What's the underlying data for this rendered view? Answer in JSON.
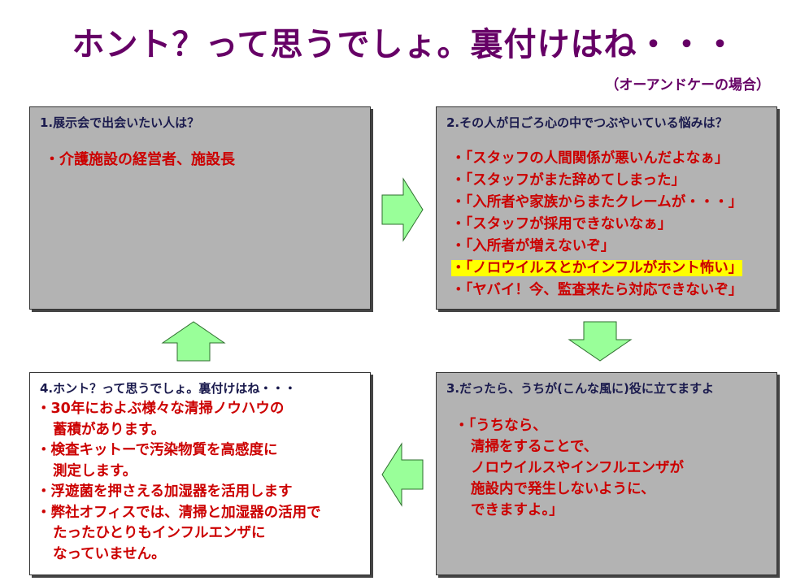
{
  "title": "ホント？って思うでしょ。裏付けはね・・・",
  "subtitle": "（オーアンドケーの場合）",
  "boxes": {
    "b1": {
      "heading": "1.展示会で出会いたい人は？",
      "items": [
        "・介護施設の経営者、施設長"
      ]
    },
    "b2": {
      "heading": "2.その人が日ごろ心の中でつぶやいている悩みは？",
      "items": [
        "・「スタッフの人間関係が悪いんだよなぁ」",
        "・「スタッフがまた辞めてしまった」",
        "・「入所者や家族からまたクレームが・・・」",
        "・「スタッフが採用できないなぁ」",
        "・「入所者が増えないぞ」",
        "・「ノロウイルスとかインフルがホント怖い」",
        "・「ヤバイ！今、監査来たら対応できないぞ」"
      ]
    },
    "b3": {
      "heading": "3.だったら、うちが(こんな風に)役に立てますよ",
      "lines": [
        "・「うちなら、",
        "清掃をすることで、",
        "ノロウイルスやインフルエンザが",
        "施設内で発生しないように、",
        "できますよ。」"
      ]
    },
    "b4": {
      "heading": "4.ホント？って思うでしょ。裏付けはね・・・",
      "lines": [
        "・30年におよぶ様々な清掃ノウハウの",
        "蓄積があります。",
        "・検査キットーで汚染物質を高感度に",
        "測定します。",
        "・浮遊菌を押さえる加湿器を活用します",
        "・弊社オフィスでは、清掃と加湿器の活用で",
        "たったひとりもインフルエンザに",
        "なっていません。"
      ]
    }
  },
  "colors": {
    "title": "#660066",
    "item_text": "#cc0000",
    "heading_text": "#1a1a4d",
    "box_gray": "#b3b3b3",
    "highlight": "#ffff00",
    "arrow_fill": "#99ff99",
    "arrow_stroke": "#2d6e2d"
  }
}
